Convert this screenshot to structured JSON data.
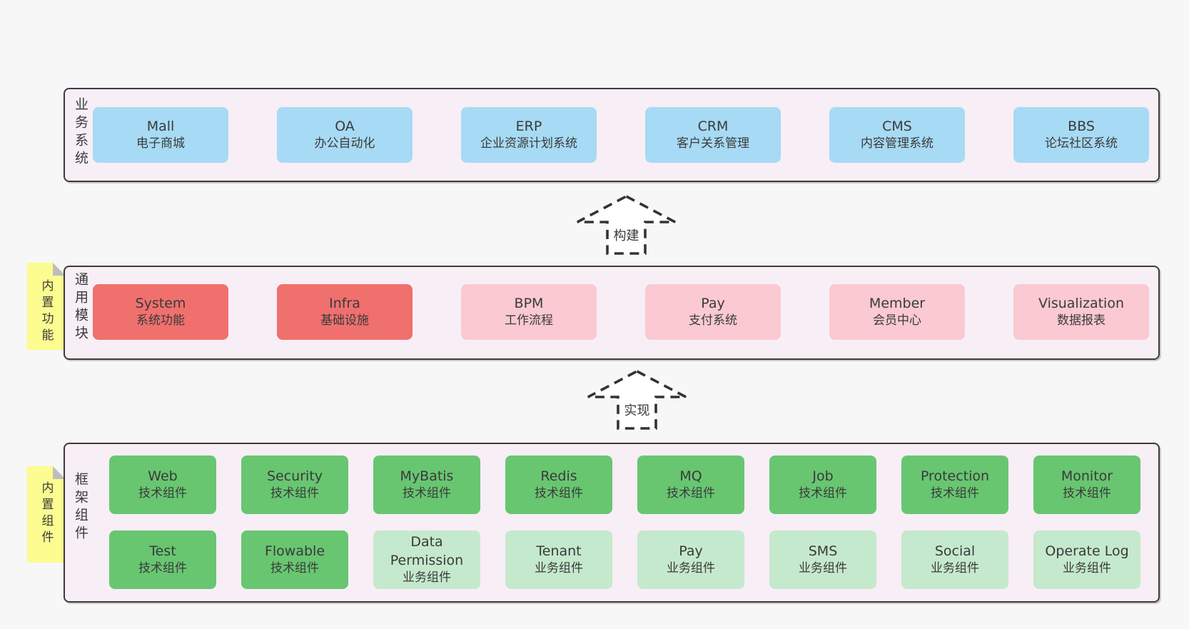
{
  "page": {
    "background": "#f7f7f7"
  },
  "panels": {
    "business": {
      "label": "业务系统",
      "boxes": [
        {
          "en": "Mall",
          "zh": "电子商城",
          "variant": "blue"
        },
        {
          "en": "OA",
          "zh": "办公自动化",
          "variant": "blue"
        },
        {
          "en": "ERP",
          "zh": "企业资源计划系统",
          "variant": "blue"
        },
        {
          "en": "CRM",
          "zh": "客户关系管理",
          "variant": "blue"
        },
        {
          "en": "CMS",
          "zh": "内容管理系统",
          "variant": "blue"
        },
        {
          "en": "BBS",
          "zh": "论坛社区系统",
          "variant": "blue"
        }
      ]
    },
    "common": {
      "label": "通用模块",
      "tag": "内置功能",
      "boxes": [
        {
          "en": "System",
          "zh": "系统功能",
          "variant": "red"
        },
        {
          "en": "Infra",
          "zh": "基础设施",
          "variant": "red"
        },
        {
          "en": "BPM",
          "zh": "工作流程",
          "variant": "pink"
        },
        {
          "en": "Pay",
          "zh": "支付系统",
          "variant": "pink"
        },
        {
          "en": "Member",
          "zh": "会员中心",
          "variant": "pink"
        },
        {
          "en": "Visualization",
          "zh": "数据报表",
          "variant": "pink"
        }
      ]
    },
    "framework": {
      "label": "框架组件",
      "tag": "内置组件",
      "rows": [
        [
          {
            "en": "Web",
            "zh": "技术组件",
            "variant": "green"
          },
          {
            "en": "Security",
            "zh": "技术组件",
            "variant": "green"
          },
          {
            "en": "MyBatis",
            "zh": "技术组件",
            "variant": "green"
          },
          {
            "en": "Redis",
            "zh": "技术组件",
            "variant": "green"
          },
          {
            "en": "MQ",
            "zh": "技术组件",
            "variant": "green"
          },
          {
            "en": "Job",
            "zh": "技术组件",
            "variant": "green"
          },
          {
            "en": "Protection",
            "zh": "技术组件",
            "variant": "green"
          },
          {
            "en": "Monitor",
            "zh": "技术组件",
            "variant": "green"
          }
        ],
        [
          {
            "en": "Test",
            "zh": "技术组件",
            "variant": "green"
          },
          {
            "en": "Flowable",
            "zh": "技术组件",
            "variant": "green"
          },
          {
            "en": "Data Permission",
            "zh": "业务组件",
            "variant": "lightgreen"
          },
          {
            "en": "Tenant",
            "zh": "业务组件",
            "variant": "lightgreen"
          },
          {
            "en": "Pay",
            "zh": "业务组件",
            "variant": "lightgreen"
          },
          {
            "en": "SMS",
            "zh": "业务组件",
            "variant": "lightgreen"
          },
          {
            "en": "Social",
            "zh": "业务组件",
            "variant": "lightgreen"
          },
          {
            "en": "Operate Log",
            "zh": "业务组件",
            "variant": "lightgreen"
          }
        ]
      ]
    }
  },
  "arrows": {
    "build": {
      "label": "构建"
    },
    "implement": {
      "label": "实现"
    }
  },
  "colors": {
    "page_bg": "#f7f7f7",
    "panel_bg": "#f8eef6",
    "panel_border": "#3b3b3b",
    "box_blue": "#a7daf4",
    "box_red": "#f0706e",
    "box_pink": "#fac9d2",
    "box_green": "#68c671",
    "box_lightgreen": "#c5e9cc",
    "sticky_yellow": "#fcfc90",
    "sticky_fold_gray": "#bdbdbd",
    "text": "#3a3a3a",
    "arrow_stroke": "#333333"
  }
}
